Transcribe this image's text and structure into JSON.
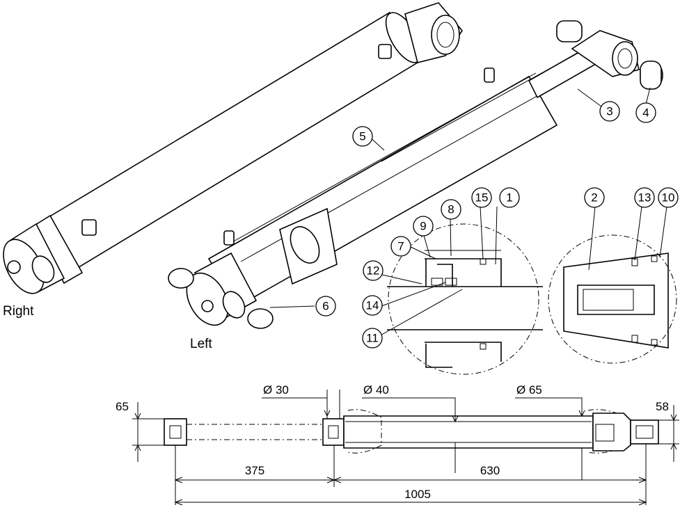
{
  "views": {
    "right_label": "Right",
    "left_label": "Left"
  },
  "callouts": {
    "c1": "1",
    "c2": "2",
    "c3": "3",
    "c4": "4",
    "c5": "5",
    "c6": "6",
    "c7": "7",
    "c8": "8",
    "c9": "9",
    "c10": "10",
    "c11": "11",
    "c12": "12",
    "c13": "13",
    "c14": "14",
    "c15": "15"
  },
  "dimensions": {
    "dia_rod": "Ø 30",
    "dia_piston": "Ø 40",
    "dia_barrel": "Ø 65",
    "end_left_height": "65",
    "end_right_height": "58",
    "stroke_length": "375",
    "barrel_length": "630",
    "total_length": "1005"
  }
}
